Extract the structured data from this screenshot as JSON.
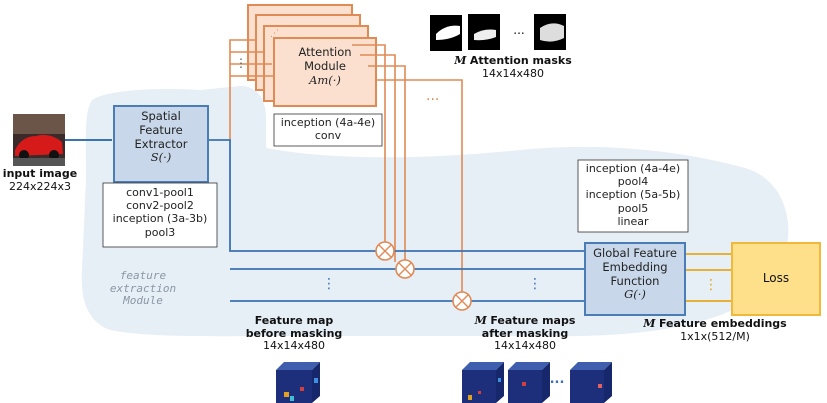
{
  "input_image": {
    "label": "input image",
    "size": "224x224x3"
  },
  "spatial_extractor": {
    "title_line1": "Spatial",
    "title_line2": "Feature",
    "title_line3": "Extractor",
    "func": "S(·)",
    "layers": [
      "conv1-pool1",
      "conv2-pool2",
      "inception (3a-3b)",
      "pool3"
    ]
  },
  "attention_module": {
    "title_line1": "Attention",
    "title_line2": "Module",
    "func": "Am(·)",
    "layers": [
      "inception (4a-4e)",
      "conv"
    ]
  },
  "attention_masks": {
    "prefix": "M",
    "label": "Attention masks",
    "size": "14x14x480",
    "ellipsis": "..."
  },
  "global_embedding": {
    "title_line1": "Global Feature",
    "title_line2": "Embedding",
    "title_line3": "Function",
    "func": "G(·)",
    "layers": [
      "inception (4a-4e)",
      "pool4",
      "inception (5a-5b)",
      "pool5",
      "linear"
    ]
  },
  "loss": {
    "label": "Loss"
  },
  "feature_extraction_module": {
    "line1": "feature",
    "line2": "extraction",
    "line3": "Module"
  },
  "feature_map_before": {
    "line1": "Feature map",
    "line2": "before masking",
    "size": "14x14x480"
  },
  "feature_maps_after": {
    "prefix": "M",
    "line1": "Feature maps",
    "line2": "after masking",
    "size": "14x14x480",
    "ellipsis": "..."
  },
  "feature_embeddings": {
    "prefix": "M",
    "label": "Feature embeddings",
    "size": "1x1x(512/M)"
  },
  "dots": {
    "vertical": "⋮",
    "horizontal": "..."
  },
  "colors": {
    "blue_box_fill": "#c8d8ea",
    "blue_box_stroke": "#4a7db5",
    "orange_box_fill": "#fbe0cf",
    "orange_box_stroke": "#e08a55",
    "loss_fill": "#ffe08a",
    "loss_stroke": "#f0b93a",
    "gold_line": "#e6a81c",
    "blue_line": "#3b72b0",
    "orange_line": "#e08a55",
    "region_fill": "#e6eef6"
  }
}
